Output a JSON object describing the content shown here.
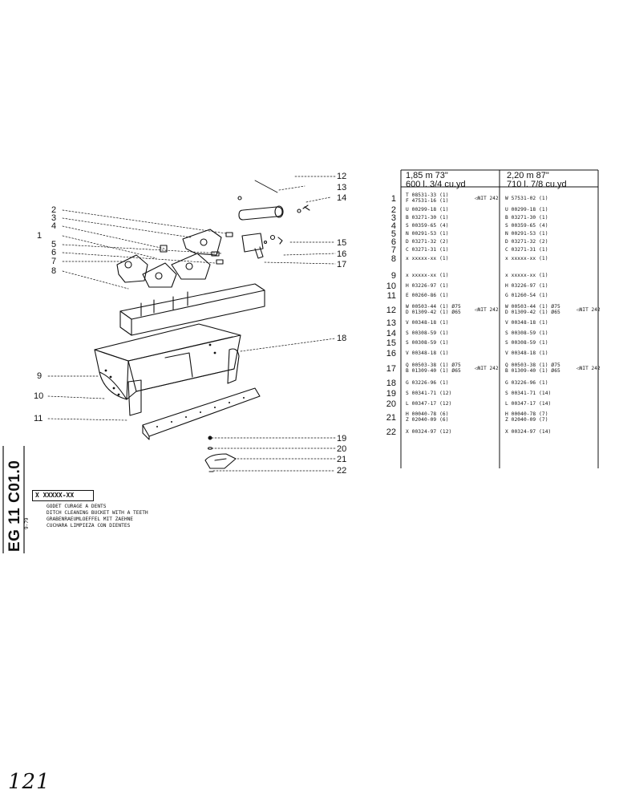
{
  "callouts_left": [
    {
      "label": "2"
    },
    {
      "label": "3"
    },
    {
      "label": "4"
    },
    {
      "label": "1"
    },
    {
      "label": "5"
    },
    {
      "label": "6"
    },
    {
      "label": "7"
    },
    {
      "label": "8"
    },
    {
      "label": "9"
    },
    {
      "label": "10"
    },
    {
      "label": "11"
    }
  ],
  "callouts_right": [
    {
      "label": "12"
    },
    {
      "label": "13"
    },
    {
      "label": "14"
    },
    {
      "label": "15"
    },
    {
      "label": "16"
    },
    {
      "label": "17"
    },
    {
      "label": "18"
    },
    {
      "label": "19"
    },
    {
      "label": "20"
    },
    {
      "label": "21"
    },
    {
      "label": "22"
    }
  ],
  "table": {
    "col1_line1": "1,85 m    73\"",
    "col1_line2": "600 l.    3/4 cu.yd",
    "col2_line1": "2,20 m    87\"",
    "col2_line2": "710 l.    7/8 cu.yd",
    "rows": [
      {
        "num": "1",
        "c1": [
          "T 08531-33 (1)",
          "F 47531-16 (1)"
        ],
        "c1_note": "NIT 242",
        "c2": [
          "W 57531-02 (1)"
        ]
      },
      {
        "num": "2",
        "c1": [
          "U 00299-18 (1)"
        ],
        "c2": [
          "U 00299-18 (1)"
        ]
      },
      {
        "num": "3",
        "c1": [
          "B 03271-30 (1)"
        ],
        "c2": [
          "B 03271-30 (1)"
        ]
      },
      {
        "num": "4",
        "c1": [
          "S 00359-65 (4)"
        ],
        "c2": [
          "S 00359-65 (4)"
        ]
      },
      {
        "num": "5",
        "c1": [
          "N 00291-53 (1)"
        ],
        "c2": [
          "N 00291-53 (1)"
        ]
      },
      {
        "num": "6",
        "c1": [
          "D 03271-32 (2)"
        ],
        "c2": [
          "D 03271-32 (2)"
        ]
      },
      {
        "num": "7",
        "c1": [
          "C 03271-31 (1)"
        ],
        "c2": [
          "C 03271-31 (1)"
        ]
      },
      {
        "num": "8",
        "c1": [
          "x xxxxx-xx (1)"
        ],
        "c2": [
          "x xxxxx-xx (1)"
        ]
      },
      {
        "num": "9",
        "c1": [
          "x xxxxx-xx (1)"
        ],
        "c2": [
          "x xxxxx-xx (1)"
        ]
      },
      {
        "num": "10",
        "c1": [
          "H 03226-97 (1)"
        ],
        "c2": [
          "H 03226-97 (1)"
        ]
      },
      {
        "num": "11",
        "c1": [
          "E 00260-86 (1)"
        ],
        "c2": [
          "G 01260-54 (1)"
        ]
      },
      {
        "num": "12",
        "c1": [
          "W 00503-44 (1) Ø75",
          "D 01309-42 (1) Ø65"
        ],
        "c1_note": "NIT 242",
        "c2": [
          "W 00503-44 (1) Ø75",
          "D 01309-42 (1) Ø65"
        ],
        "c2_note": "NIT 242"
      },
      {
        "num": "13",
        "c1": [
          "V 00348-18 (1)"
        ],
        "c2": [
          "V 00348-18 (1)"
        ]
      },
      {
        "num": "14",
        "c1": [
          "S 00308-59 (1)"
        ],
        "c2": [
          "S 00308-59 (1)"
        ]
      },
      {
        "num": "15",
        "c1": [
          "S 00308-59 (1)"
        ],
        "c2": [
          "S 00308-59 (1)"
        ]
      },
      {
        "num": "16",
        "c1": [
          "V 00348-18 (1)"
        ],
        "c2": [
          "V 00348-18 (1)"
        ]
      },
      {
        "num": "17",
        "c1": [
          "Q 00503-38 (1) Ø75",
          "B 01309-40 (1) Ø65"
        ],
        "c1_note": "NIT 242",
        "c2": [
          "Q 00503-38 (1) Ø75",
          "B 01309-40 (1) Ø65"
        ],
        "c2_note": "NIT 242"
      },
      {
        "num": "18",
        "c1": [
          "G 03226-96 (1)"
        ],
        "c2": [
          "G 03226-96 (1)"
        ]
      },
      {
        "num": "19",
        "c1": [
          "S 00341-71 (12)"
        ],
        "c2": [
          "S 00341-71 (14)"
        ]
      },
      {
        "num": "20",
        "c1": [
          "L 00347-17 (12)"
        ],
        "c2": [
          "L 00347-17 (14)"
        ]
      },
      {
        "num": "21",
        "c1": [
          "H 00040-78 (6)",
          "Z 02040-09 (6)"
        ],
        "c2": [
          "H 00040-78 (7)",
          "Z 02040-09 (7)"
        ]
      },
      {
        "num": "22",
        "c1": [
          "X 00324-97 (12)"
        ],
        "c2": [
          "X 00324-97 (14)"
        ]
      }
    ]
  },
  "title_block": {
    "doc_code": "EG 11 C01.0",
    "date_code": "9-79",
    "part_box": "X XXXXX-XX",
    "titles": [
      "GODET CURAGE A DENTS",
      "DITCH CLEANING BUCKET WITH A TEETH",
      "GRABENRAEUMLOEFFEL MIT ZAEHNE",
      "CUCHARA LIMPIEZA CON DIENTES"
    ]
  },
  "handwritten": "121"
}
